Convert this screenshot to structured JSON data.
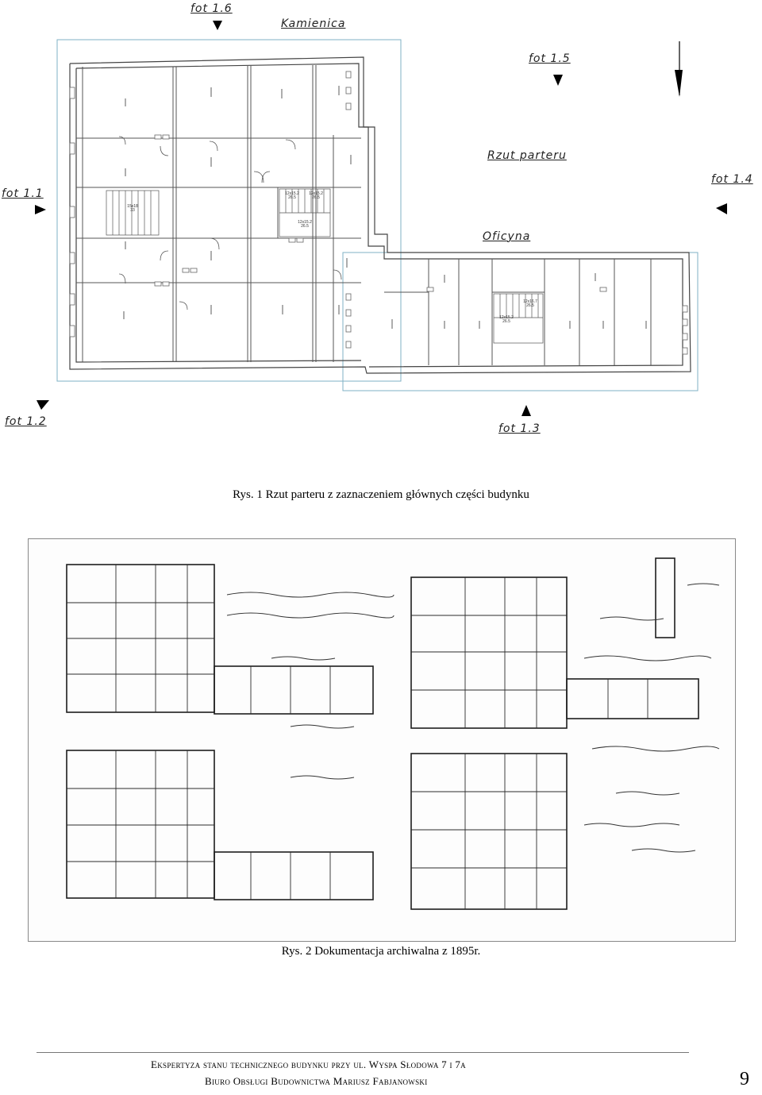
{
  "plan1": {
    "labels": {
      "kamienica": "Kamienica",
      "oficyna": "Oficyna",
      "rzut": "Rzut  parteru"
    },
    "photo_markers": [
      {
        "id": "fot-1-1",
        "text": "fot  1.1"
      },
      {
        "id": "fot-1-2",
        "text": "fot  1.2"
      },
      {
        "id": "fot-1-3",
        "text": "fot  1.3"
      },
      {
        "id": "fot-1-4",
        "text": "fot  1.4"
      },
      {
        "id": "fot-1-5",
        "text": "fot  1.5"
      },
      {
        "id": "fot-1-6",
        "text": "fot  1.6"
      }
    ],
    "stair_labels": {
      "s1": "15x18\n33",
      "s2": "12x15.2\n26.5",
      "s3": "12x15.2\n26.5",
      "s4": "12x15.2\n26.5",
      "s5": "12x15.2\n26.5",
      "s6": "12x16.7\n26.5"
    }
  },
  "captions": {
    "rys1": "Rys.  1 Rzut parteru z zaznaczeniem głównych części budynku",
    "rys2": "Rys.  2 Dokumentacja archiwalna z 1895r."
  },
  "footer": {
    "line1": "Ekspertyza stanu technicznego budynku przy ul. Wyspa Słodowa 7 i 7a",
    "line2": "Biuro Obsługi Budownictwa Mariusz Fabjanowski",
    "page_number": "9"
  },
  "colors": {
    "frame_blue": "#7fb2c4",
    "line": "#444444",
    "archive_ink": "#1e1e1e"
  }
}
